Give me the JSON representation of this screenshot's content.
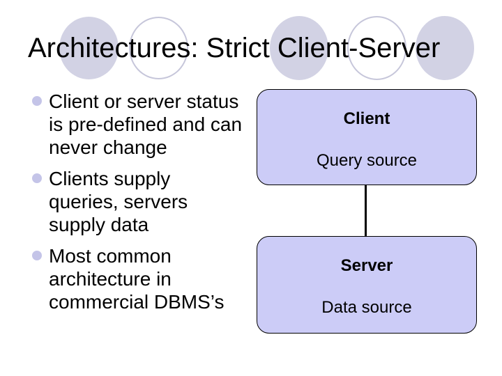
{
  "slide": {
    "title": "Architectures: Strict Client-Server",
    "bullets": {
      "items": [
        {
          "text": "Client or server status\nis pre-defined and can\nnever change"
        },
        {
          "text": "Clients supply\nqueries, servers\nsupply data"
        },
        {
          "text": "Most common\narchitecture in\ncommercial DBMS’s"
        }
      ]
    },
    "diagram": {
      "client_box": {
        "label": "Client",
        "sublabel": "Query source"
      },
      "server_box": {
        "label": "Server",
        "sublabel": "Data source"
      }
    },
    "colors": {
      "box_fill": "#ccccf7",
      "box_border": "#000000",
      "ellipse_fill": "#d2d2e4",
      "ellipse_outline": "#c6c6da",
      "bullet_dot": "#c4c4e8",
      "text": "#000000",
      "background": "#ffffff"
    }
  }
}
